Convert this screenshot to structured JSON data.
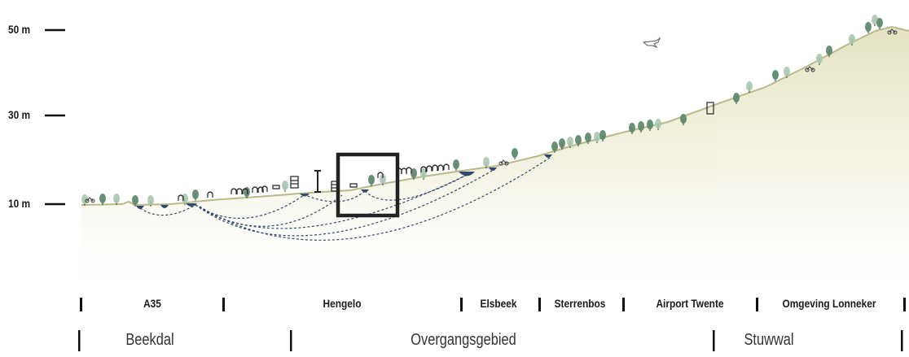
{
  "elevation_axis": [
    {
      "label": "50 m"
    },
    {
      "label": "30 m"
    },
    {
      "label": "10 m"
    }
  ],
  "locations": [
    {
      "label": "A35"
    },
    {
      "label": "Hengelo"
    },
    {
      "label": "Elsbeek"
    },
    {
      "label": "Sterrenbos"
    },
    {
      "label": "Airport Twente"
    },
    {
      "label": "Omgeving Lonneker"
    }
  ],
  "zones": [
    {
      "label": "Beekdal"
    },
    {
      "label": "Overgangsgebied"
    },
    {
      "label": "Stuwwal"
    }
  ],
  "colors": {
    "terrain_line": "#b9b98a",
    "terrain_fill": "#ecebd2",
    "flow_lines": "#2f4a6d",
    "tree": "#5f8a6e",
    "tree_light": "#a9c8b0",
    "highlight_box": "#222222"
  },
  "icons": [
    "tree-icon",
    "house-icon",
    "building-icon",
    "airplane-icon",
    "cyclist-icon",
    "tower-icon",
    "well-icon"
  ]
}
